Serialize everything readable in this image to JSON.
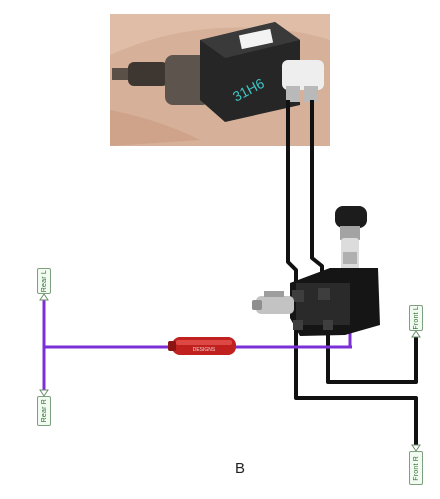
{
  "colors": {
    "purple_line": "#7b2fd6",
    "black_line": "#111111",
    "photo_bg": "#d9b49a",
    "label_border": "#7fa07f",
    "label_text": "#2c6a2c",
    "valve_red": "#c0201e"
  },
  "labels": {
    "rear_top": "Rear L",
    "rear_bottom": "Rear R",
    "front_left": "Front L",
    "front_right": "Front R"
  },
  "components": {
    "abs_module_marking": "31H6",
    "inline_valve_marking": "DESIGNS"
  },
  "caption": "B"
}
